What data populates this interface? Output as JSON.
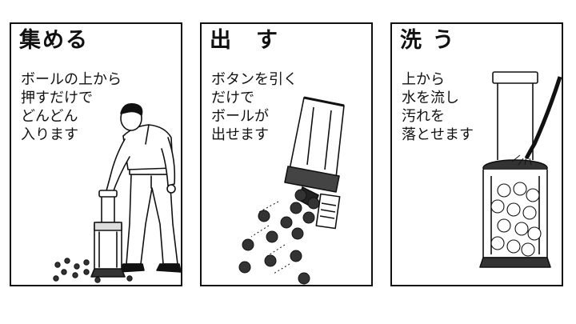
{
  "panels": [
    {
      "title": "集める",
      "lines": [
        "ボールの上から",
        "押すだけで",
        "どんどん",
        "入ります"
      ],
      "icon": "golfer-collecting-balls-illustration"
    },
    {
      "title": "出　す",
      "lines": [
        "ボタンを引く",
        "だけで",
        "ボールが",
        "出せます"
      ],
      "icon": "tube-releasing-balls-illustration"
    },
    {
      "title": "洗 う",
      "lines": [
        "上から",
        "水を流し",
        "汚れを",
        "落とせます"
      ],
      "icon": "tube-washed-by-hose-illustration"
    }
  ]
}
